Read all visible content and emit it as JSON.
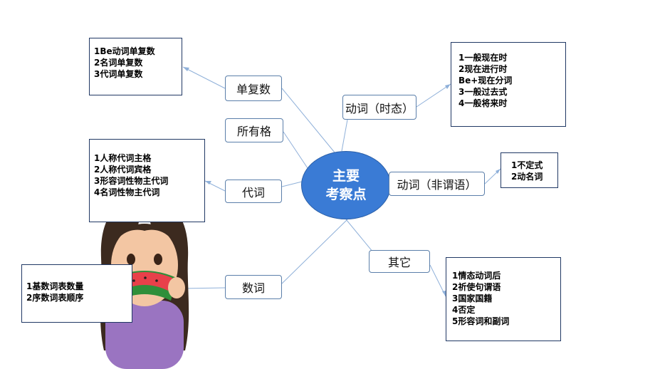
{
  "center": {
    "line1": "主要",
    "line2": "考察点"
  },
  "nodes": {
    "singular_plural": "单复数",
    "possessive": "所有格",
    "pronoun": "代词",
    "numeral": "数词",
    "verb_tense": "动词（时态）",
    "verb_nonfinite": "动词（非谓语）",
    "other": "其它"
  },
  "boxes": {
    "singular_plural": [
      "1Be动词单复数",
      "2名词单复数",
      "3代词单复数"
    ],
    "pronoun": [
      "1人称代词主格",
      "2人称代词宾格",
      "3形容词性物主代词",
      "4名词性物主代词"
    ],
    "numeral": [
      "1基数词表数量",
      "2序数词表顺序"
    ],
    "verb_tense": [
      "1一般现在时",
      "2现在进行时",
      "Be+现在分词",
      "3一般过去式",
      "4一般将来时"
    ],
    "verb_nonfinite": [
      "1不定式",
      "2动名词"
    ],
    "other": [
      "1情态动词后",
      "2祈使句谓语",
      "3国家国籍",
      "4否定",
      "5形容词和副词"
    ]
  },
  "colors": {
    "center_fill": "#3a7bd5",
    "line": "#8fb0d9",
    "box_border": "#203864"
  },
  "illustration": "girl-eating-watermelon"
}
